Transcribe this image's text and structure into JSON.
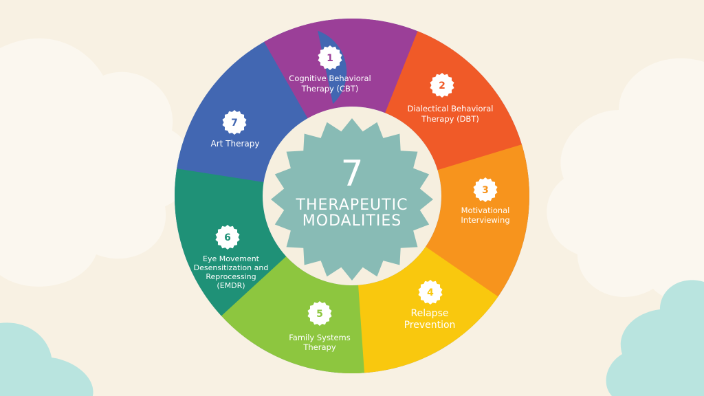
{
  "center": {
    "number": "7",
    "line1": "THERAPEUTIC",
    "line2": "MODALITIES"
  },
  "modalities": [
    {
      "num": "1",
      "lines": [
        "Cognitive Behavioral",
        "Therapy (CBT)"
      ],
      "color": "#9b3f98"
    },
    {
      "num": "2",
      "lines": [
        "Dialectical Behavioral",
        "Therapy (DBT)"
      ],
      "color": "#f05a28"
    },
    {
      "num": "3",
      "lines": [
        "Motivational",
        "Interviewing"
      ],
      "color": "#f7941d"
    },
    {
      "num": "4",
      "lines": [
        "Relapse",
        "Prevention"
      ],
      "color": "#f9c80e"
    },
    {
      "num": "5",
      "lines": [
        "Family Systems",
        "Therapy"
      ],
      "color": "#8dc63f"
    },
    {
      "num": "6",
      "lines": [
        "Eye Movement",
        "Desensitization and",
        "Reprocessing",
        "(EMDR)"
      ],
      "color": "#1f9177"
    },
    {
      "num": "7",
      "lines": [
        "Art Therapy"
      ],
      "color": "#4267b2"
    }
  ],
  "colors": {
    "background": "#f8f1e3",
    "cloud": "#fbf7ef",
    "cloud_teal": "#b9e4df",
    "center_fill": "#88bbb5",
    "inner_ring": "#f6efdf"
  }
}
